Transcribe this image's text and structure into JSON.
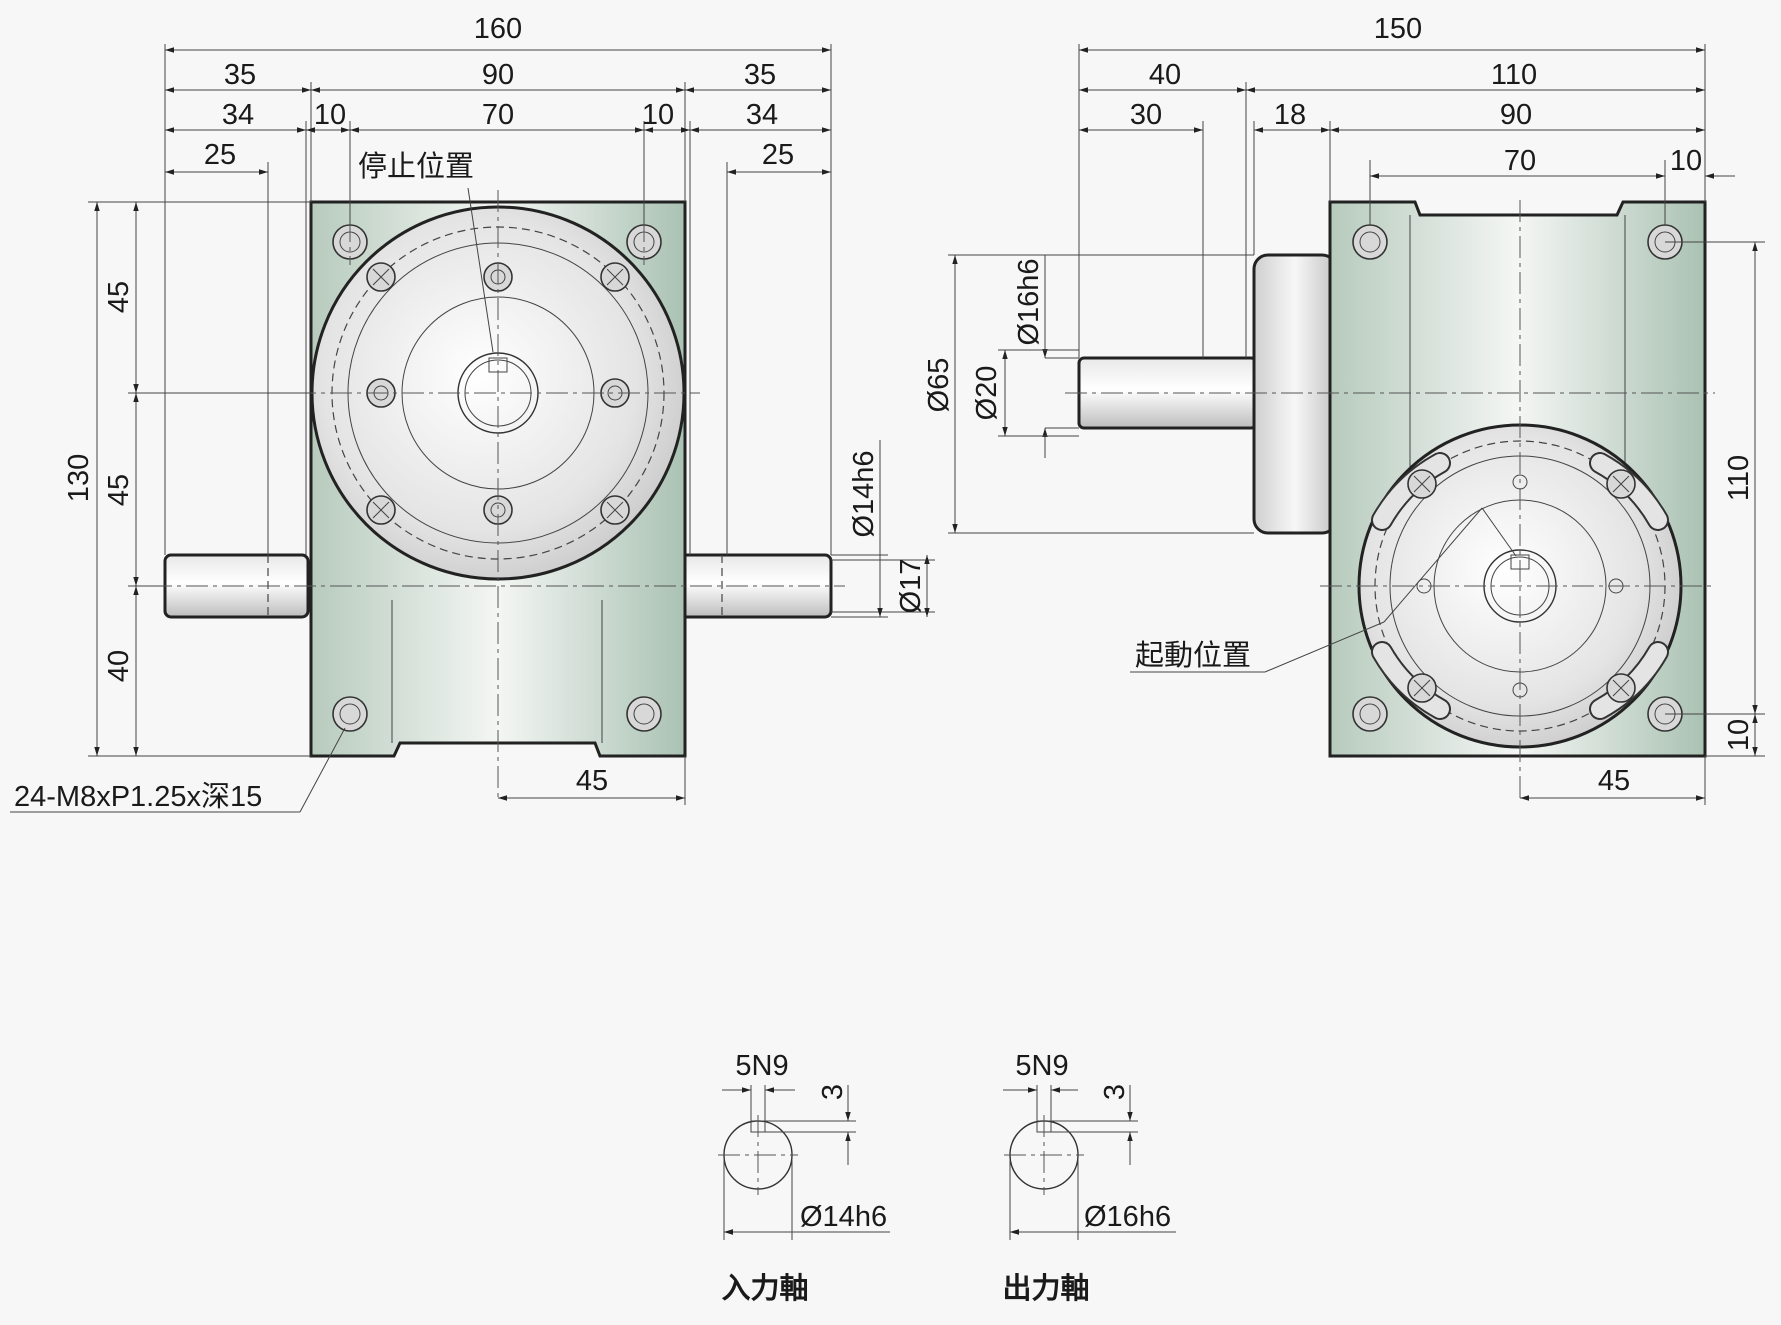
{
  "front_view": {
    "dims": {
      "total_width": "160",
      "left_35": "35",
      "center_90": "90",
      "right_35": "35",
      "left_34": "34",
      "left_10": "10",
      "center_70": "70",
      "right_10": "10",
      "right_34": "34",
      "left_25": "25",
      "right_25": "25",
      "height_130": "130",
      "upper_45": "45",
      "lower_45": "45",
      "bottom_40": "40",
      "bottom_45": "45",
      "shaft_14h6": "Ø14h6",
      "shaft_17": "Ø17"
    },
    "labels": {
      "stop_position": "停止位置",
      "tap_holes": "24-M8xP1.25x深15"
    }
  },
  "side_view": {
    "dims": {
      "total_width": "150",
      "left_40": "40",
      "right_110": "110",
      "shaft_30": "30",
      "gap_18": "18",
      "body_90": "90",
      "inner_70": "70",
      "edge_10": "10",
      "dia_65": "Ø65",
      "dia_16h6": "Ø16h6",
      "dia_20": "Ø20",
      "height_110": "110",
      "bottom_10": "10",
      "bottom_45": "45"
    },
    "labels": {
      "start_position": "起動位置"
    }
  },
  "details": {
    "input_shaft": {
      "key": "5N9",
      "depth": "3",
      "dia": "Ø14h6",
      "title": "入力軸"
    },
    "output_shaft": {
      "key": "5N9",
      "depth": "3",
      "dia": "Ø16h6",
      "title": "出力軸"
    }
  }
}
